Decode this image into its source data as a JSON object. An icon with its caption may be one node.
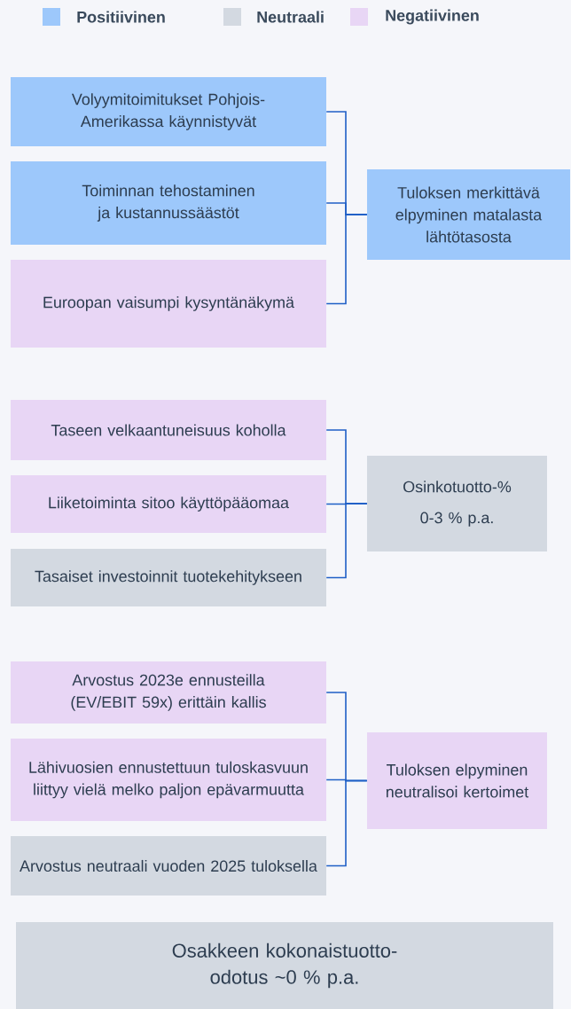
{
  "diagram": {
    "nodes": [
      {
        "text": [
          "Volyymitoimitukset Pohjois-Amerikassa käynnistyvät"
        ]
      },
      {
        "text": [
          "Toiminnan tehostaminen ja kustannussäästöt"
        ]
      },
      {
        "text": [
          "Euroopan vaisumpi kysyntänäkymä"
        ]
      },
      {
        "text": [
          "Tuloksen merkittävä elpyminen matalasta lähtötasosta"
        ]
      },
      {
        "text": [
          "Taseen velkaantuneisuus koholla"
        ]
      },
      {
        "text": [
          "Liiketoiminta sitoo käyttöpääomaa"
        ]
      },
      {
        "text": [
          "Tasaiset investoinnit tuotekehitykseen"
        ]
      },
      {
        "text": [
          "Osinkotuotto-%",
          "0-3 % p.a."
        ]
      },
      {
        "text": [
          "Arvostus 2023e ennusteilla (EV/EBIT 59x) erittäin kallis"
        ]
      },
      {
        "text": [
          "Lähivuosien ennustettuun tuloskasvuun liittyy vielä melko paljon epävarmuutta"
        ]
      },
      {
        "text": [
          "Arvostus neutraali vuoden 2025 tuloksella"
        ]
      },
      {
        "text": [
          "Tuloksen elpyminen neutralisoi kertoimet"
        ]
      },
      {
        "text": [
          "Osakkeen kokonaistuotto-odotus ~0 % p.a."
        ]
      }
    ],
    "edges": [
      {
        "from": 0,
        "to": 3,
        "arrow": "none"
      },
      {
        "from": 1,
        "to": 3,
        "arrow": "none"
      },
      {
        "from": 2,
        "to": 3,
        "arrow": "none"
      },
      {
        "from": 4,
        "to": 7,
        "arrow": "none"
      },
      {
        "from": 5,
        "to": 7,
        "arrow": "none"
      },
      {
        "from": 6,
        "to": 7,
        "arrow": "none"
      },
      {
        "from": 8,
        "to": 11,
        "arrow": "none"
      },
      {
        "from": 9,
        "to": 11,
        "arrow": "none"
      },
      {
        "from": 10,
        "to": 11,
        "arrow": "none"
      }
    ],
    "legend": [
      {
        "text": "Positiivinen",
        "color": "#9dc8fb"
      },
      {
        "text": "Neutraali",
        "color": "#d3d9e1"
      },
      {
        "text": "Negatiivinen",
        "color": "#e8d6f5"
      }
    ]
  }
}
